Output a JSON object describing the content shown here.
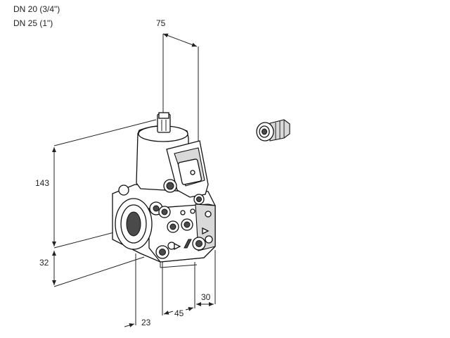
{
  "header": {
    "line1": "DN 20 (3/4\")",
    "line2": "DN 25 (1\")"
  },
  "dimensions": {
    "width_top": "75",
    "height": "143",
    "lower_height": "32",
    "depth": "23",
    "base_width": "45",
    "side_width": "30"
  },
  "icons": {
    "valve": "solenoid-valve-drawing",
    "gland": "cable-gland-drawing"
  }
}
